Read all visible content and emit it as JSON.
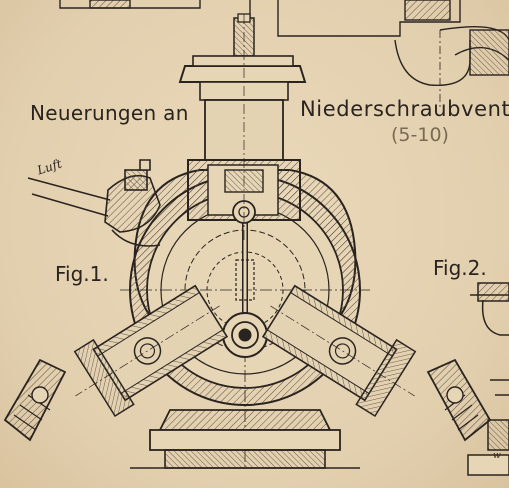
{
  "title_left": "Neuerungen an",
  "title_right": "Niederschraubventi",
  "subtitle": "(5-10)",
  "figure_1_label": "Fig.1.",
  "figure_2_label": "Fig.2.",
  "air_label": "Luft",
  "corner_mark": "w",
  "colors": {
    "paper": "#e6d6b6",
    "ink": "#2a2420",
    "hatch": "#5a4e44"
  },
  "icons": [
    "cross-section-compressor",
    "valve-housing",
    "crank-disc",
    "piston"
  ]
}
